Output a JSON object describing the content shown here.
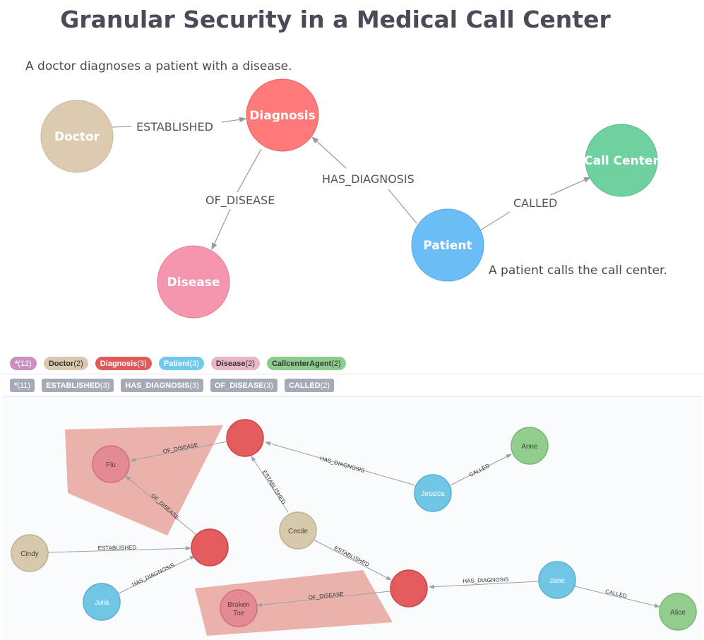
{
  "title": "Granular Security in a Medical Call Center",
  "schema": {
    "caption_top": "A doctor diagnoses a patient with a disease.",
    "caption_bottom": "A patient calls the call center.",
    "nodes": {
      "doctor": "Doctor",
      "diagnosis": "Diagnosis",
      "disease": "Disease",
      "patient": "Patient",
      "call_center": "Call Center"
    },
    "edges": {
      "established": "ESTABLISHED",
      "of_disease": "OF_DISEASE",
      "has_diagnosis": "HAS_DIAGNOSIS",
      "called": "CALLED"
    }
  },
  "legend": {
    "labels": [
      {
        "name": "*",
        "count": "(12)",
        "color": "#c990c0"
      },
      {
        "name": "Doctor",
        "count": "(2)",
        "color": "#d9c8ae"
      },
      {
        "name": "Diagnosis",
        "count": "(3)",
        "color": "#e05a5a"
      },
      {
        "name": "Patient",
        "count": "(3)",
        "color": "#6dcaeb"
      },
      {
        "name": "Disease",
        "count": "(2)",
        "color": "#e8b6c4"
      },
      {
        "name": "CallcenterAgent",
        "count": "(2)",
        "color": "#8dcc8f"
      }
    ],
    "relationships": [
      {
        "name": "*",
        "count": "(11)"
      },
      {
        "name": "ESTABLISHED",
        "count": "(3)"
      },
      {
        "name": "HAS_DIAGNOSIS",
        "count": "(3)"
      },
      {
        "name": "OF_DISEASE",
        "count": "(3)"
      },
      {
        "name": "CALLED",
        "count": "(2)"
      }
    ]
  },
  "graph": {
    "nodes": {
      "flu": "Flu",
      "anne": "Anne",
      "jessica": "Jessica",
      "cecile": "Cecile",
      "cindy": "Cindy",
      "julia": "Julia",
      "broken_toe_1": "Broken",
      "broken_toe_2": "Toe",
      "jane": "Jane",
      "alice": "Alice"
    },
    "edges": {
      "of_disease": "OF_DISEASE",
      "has_diagnosis": "HAS_DIAGNOSIS",
      "called": "CALLED",
      "established": "ESTABLISHED"
    }
  },
  "colors": {
    "doctor": "#dccbb0",
    "diagnosis": "#ff7a78",
    "disease": "#f596ae",
    "patient": "#6bbdf6",
    "call_center": "#6fd0a0",
    "g_diagnosis": "#e45b5e",
    "g_disease": "#e48a96",
    "g_patient": "#71c6e6",
    "g_doctor": "#d7c9ac",
    "g_agent": "#93cd8d",
    "highlight": "#e9a59d"
  }
}
